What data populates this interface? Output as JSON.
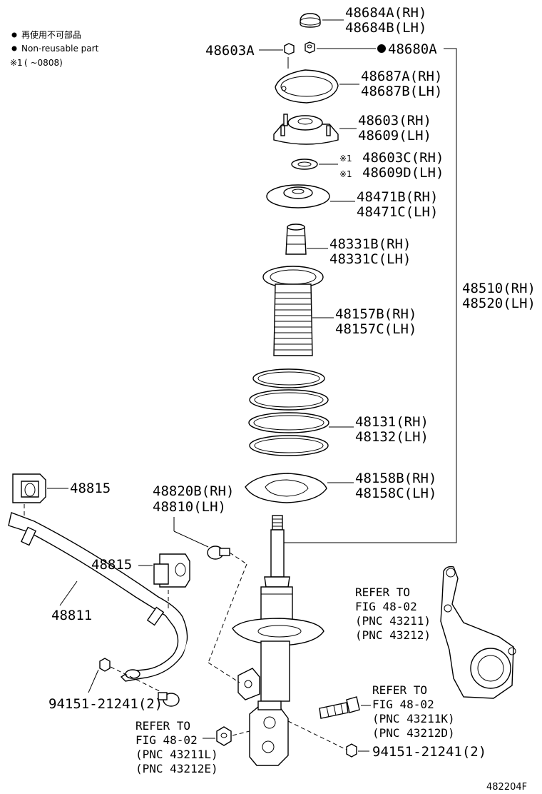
{
  "legend": {
    "reuse_text": "再使用不可部品",
    "nonreuse_text": "Non-reusable part",
    "note_mark": "※1",
    "note_text": "(      ~0808)"
  },
  "labels": {
    "cap_rh": "48684A(RH)",
    "cap_lh": "48684B(LH)",
    "nut_left": "48603A",
    "nut_right": "48680A",
    "plate_rh": "48687A(RH)",
    "plate_lh": "48687B(LH)",
    "mount_rh": "48603(RH)",
    "mount_lh": "48609(LH)",
    "washer_mark": "※1",
    "washer_rh": "48603C(RH)",
    "washer_lh": "48609D(LH)",
    "seat_rh": "48471B(RH)",
    "seat_lh": "48471C(LH)",
    "bumper_rh": "48331B(RH)",
    "bumper_lh": "48331C(LH)",
    "boot_rh": "48157B(RH)",
    "boot_lh": "48157C(LH)",
    "spring_rh": "48131(RH)",
    "spring_lh": "48132(LH)",
    "insulator_rh": "48158B(RH)",
    "insulator_lh": "48158C(LH)",
    "strut_rh": "48510(RH)",
    "strut_lh": "48520(LH)",
    "bushing_top": "48815",
    "link_rh": "48820B(RH)",
    "link_lh": "48810(LH)",
    "bushing_mid": "48815",
    "stabilizer": "48811",
    "nut_stab": "94151-21241(2)",
    "nut_bottom": "94151-21241(2)",
    "refer_knuckle": [
      "REFER TO",
      "FIG 48-02",
      "(PNC 43211)",
      "(PNC 43212)"
    ],
    "refer_bolt": [
      "REFER TO",
      "FIG 48-02",
      "(PNC 43211K)",
      "(PNC 43212D)"
    ],
    "refer_nut": [
      "REFER TO",
      "FIG 48-02",
      "(PNC 43211L)",
      "(PNC 43212E)"
    ],
    "diagram_code": "482204F"
  }
}
